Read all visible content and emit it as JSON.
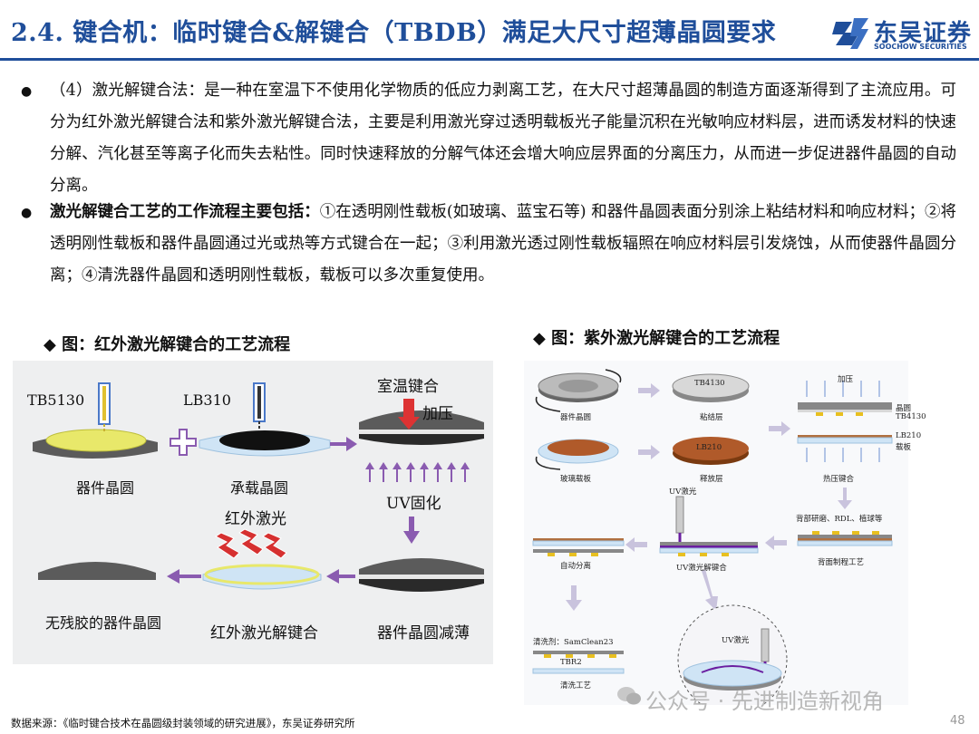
{
  "header": {
    "title": "2.4. 键合机：临时键合&解键合（TBDB）满足大尺寸超薄晶圆要求",
    "logo_cn": "东吴证券",
    "logo_en": "SOOCHOW SECURITIES",
    "accent_color": "#1f4e9a"
  },
  "body": {
    "bullet_icon": "●",
    "p1": "（4）激光解键合法：是一种在室温下不使用化学物质的低应力剥离工艺，在大尺寸超薄晶圆的制造方面逐渐得到了主流应用。可分为红外激光解键合法和紫外激光解键合法，主要是利用激光穿过透明载板光子能量沉积在光敏响应材料层，进而诱发材料的快速分解、汽化甚至等离子化而失去粘性。同时快速释放的分解气体还会增大响应层界面的分离压力，从而进一步促进器件晶圆的自动分离。",
    "p2_bold": "激光解键合工艺的工作流程主要包括：",
    "p2_rest": "①在透明刚性载板(如玻璃、蓝宝石等) 和器件晶圆表面分别涂上粘结材料和响应材料；②将透明刚性载板和器件晶圆通过光或热等方式键合在一起；③利用激光透过刚性载板辐照在响应材料层引发烧蚀，从而使器件晶圆分离；④清洗器件晶圆和透明刚性载板，载板可以多次重复使用。"
  },
  "figure_left": {
    "caption": "◆ 图：红外激光解键合的工艺流程",
    "labels": {
      "tb5130": "TB5130",
      "lb310": "LB310",
      "device_wafer": "器件晶圆",
      "carrier_wafer": "承载晶圆",
      "room_temp_bond": "室温键合",
      "pressure": "加压",
      "uv_cure": "UV固化",
      "ir_laser": "红外激光",
      "residue_free": "无残胶的器件晶圆",
      "ir_debond": "红外激光解键合",
      "thinning": "器件晶圆减薄"
    }
  },
  "figure_right": {
    "caption": "◆ 图：紫外激光解键合的工艺流程",
    "labels": {
      "tb4130": "TB4130",
      "device_wafer": "器件晶圆",
      "adhesive_layer": "粘结层",
      "pressure": "加压",
      "wafer": "晶圆",
      "tb4130_2": "TB4130",
      "lb210": "LB210",
      "carrier": "载板",
      "lb210_disc": "LB210",
      "glass_carrier": "玻璃载板",
      "release_layer": "释放层",
      "thermo_bond": "热压键合",
      "uv_laser": "UV激光",
      "backside_steps": "背部研磨、RDL、植球等",
      "auto_sep": "自动分离",
      "uv_debond": "UV激光解键合",
      "backside_process": "背面制程工艺",
      "cleaner": "清洗剂：SamClean23",
      "tbr2": "TBR2",
      "clean_process": "清洗工艺",
      "uv_laser_zoom": "UV激光"
    }
  },
  "footer": {
    "source": "数据来源：《临时键合技术在晶圆级封装领域的研究进展》，东吴证券研究所",
    "watermark": "公众号 · 先进制造新视角",
    "page": "48"
  }
}
